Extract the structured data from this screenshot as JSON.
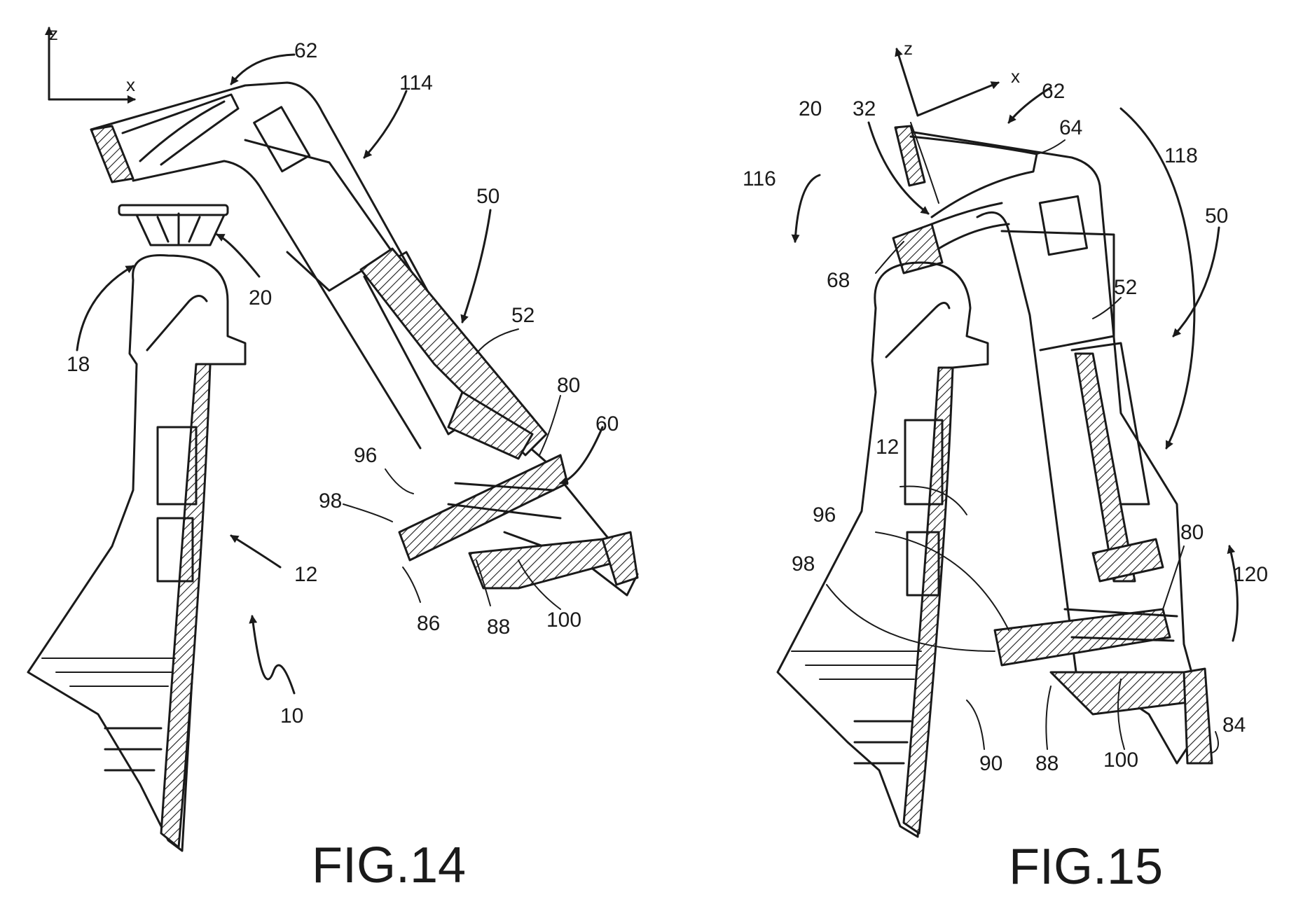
{
  "figures": [
    {
      "caption": "FIG.14",
      "axes": {
        "z": "z",
        "x": "x"
      },
      "labels": [
        "62",
        "114",
        "50",
        "52",
        "80",
        "60",
        "20",
        "18",
        "96",
        "98",
        "86",
        "88",
        "100",
        "12",
        "10"
      ]
    },
    {
      "caption": "FIG.15",
      "axes": {
        "z": "z",
        "x": "x"
      },
      "labels": [
        "62",
        "64",
        "20",
        "32",
        "116",
        "118",
        "50",
        "68",
        "52",
        "12",
        "96",
        "98",
        "80",
        "120",
        "90",
        "88",
        "100",
        "84"
      ]
    }
  ]
}
